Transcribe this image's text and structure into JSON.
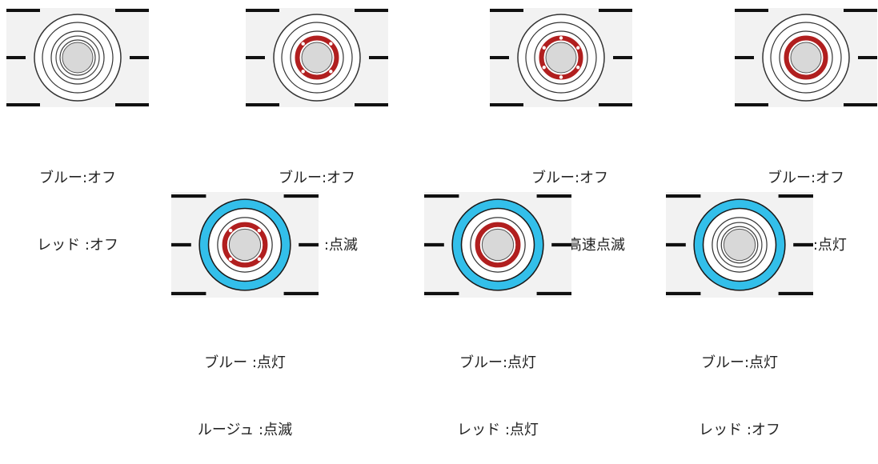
{
  "colors": {
    "blue_ring": "#33bfea",
    "red_ring": "#b11f1f",
    "background": "#f2f2f2",
    "line": "#111111"
  },
  "states": [
    {
      "blue": "off",
      "red": "off",
      "caption": [
        "ブルー:オフ",
        "レッド :オフ"
      ]
    },
    {
      "blue": "off",
      "red": "blink",
      "caption": [
        "ブルー:オフ",
        "レッド :点滅"
      ]
    },
    {
      "blue": "off",
      "red": "fast-blink",
      "caption": [
        "ブルー:オフ",
        "レッド :高速点滅"
      ]
    },
    {
      "blue": "off",
      "red": "on",
      "caption": [
        "ブルー:オフ",
        "レッド :点灯"
      ]
    },
    {
      "blue": "on",
      "red": "blink",
      "caption": [
        "ブルー :点灯",
        "ルージュ :点滅"
      ]
    },
    {
      "blue": "on",
      "red": "on",
      "caption": [
        "ブルー:点灯",
        "レッド :点灯"
      ]
    },
    {
      "blue": "on",
      "red": "off",
      "caption": [
        "ブルー:点灯",
        "レッド :オフ"
      ]
    }
  ]
}
